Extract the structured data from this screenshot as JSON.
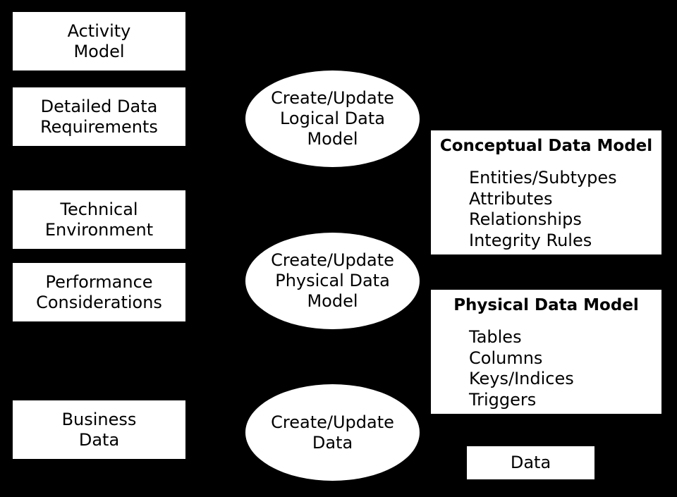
{
  "diagram": {
    "background_color": "#000000",
    "shape_fill_color": "#ffffff",
    "text_color": "#000000",
    "inputs": [
      {
        "id": "activity-model",
        "lines": [
          "Activity",
          "Model"
        ]
      },
      {
        "id": "detailed-data-requirements",
        "lines": [
          "Detailed Data",
          "Requirements"
        ]
      },
      {
        "id": "technical-environment",
        "lines": [
          "Technical",
          "Environment"
        ]
      },
      {
        "id": "performance-considerations",
        "lines": [
          "Performance",
          "Considerations"
        ]
      },
      {
        "id": "business-data",
        "lines": [
          "Business",
          "Data"
        ]
      }
    ],
    "processes": [
      {
        "id": "create-update-logical-data-model",
        "lines": [
          "Create/Update",
          "Logical Data",
          "Model"
        ]
      },
      {
        "id": "create-update-physical-data-model",
        "lines": [
          "Create/Update",
          "Physical Data",
          "Model"
        ]
      },
      {
        "id": "create-update-data",
        "lines": [
          "Create/Update",
          "Data"
        ]
      }
    ],
    "panels": [
      {
        "id": "conceptual-data-model",
        "title": "Conceptual Data Model",
        "items": [
          "Entities/Subtypes",
          "Attributes",
          "Relationships",
          "Integrity Rules"
        ]
      },
      {
        "id": "physical-data-model",
        "title": "Physical Data Model",
        "items": [
          "Tables",
          "Columns",
          "Keys/Indices",
          "Triggers"
        ]
      }
    ],
    "data_box": {
      "label": "Data"
    }
  }
}
